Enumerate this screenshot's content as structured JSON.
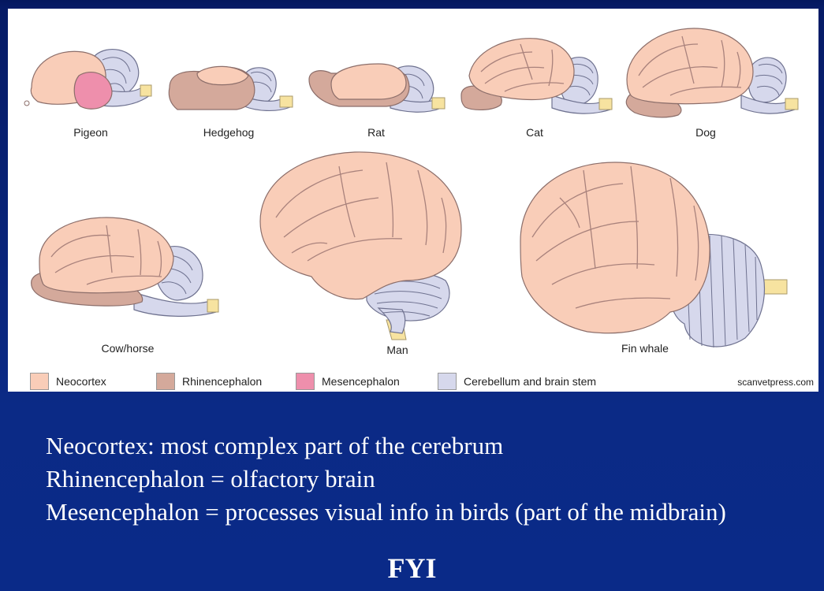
{
  "figure": {
    "brains": [
      {
        "label": "Pigeon"
      },
      {
        "label": "Hedgehog"
      },
      {
        "label": "Rat"
      },
      {
        "label": "Cat"
      },
      {
        "label": "Dog"
      },
      {
        "label": "Cow/horse"
      },
      {
        "label": "Man"
      },
      {
        "label": "Fin whale"
      }
    ],
    "legend": [
      {
        "label": "Neocortex",
        "color": "#f9cdb8"
      },
      {
        "label": "Rhinencephalon",
        "color": "#d4a99b"
      },
      {
        "label": "Mesencephalon",
        "color": "#ee8fac"
      },
      {
        "label": "Cerebellum and brain stem",
        "color": "#d6d8ec"
      }
    ],
    "credit": "scanvetpress.com",
    "colors": {
      "brain_stem_tip": "#f7e3a0",
      "outline": "#8a7a82"
    }
  },
  "notes": [
    "Neocortex: most complex part of the cerebrum",
    "Rhinencephalon = olfactory brain",
    "Mesencephalon = processes visual info in birds (part of the midbrain)"
  ],
  "footer": "FYI"
}
